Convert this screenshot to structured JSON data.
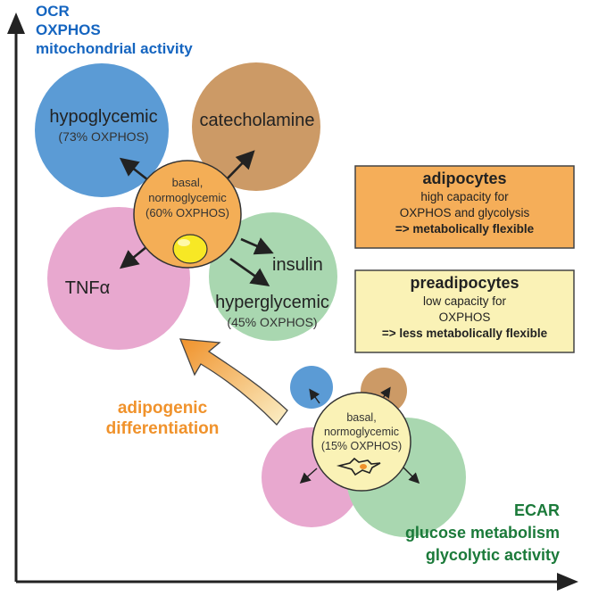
{
  "axes": {
    "y_lines": [
      "OCR",
      "OXPHOS",
      "mitochondrial activity"
    ],
    "x_lines": [
      "ECAR",
      "glucose metabolism",
      "glycolytic activity"
    ]
  },
  "adipocyte_cluster": {
    "hypoglycemic": {
      "label": "hypoglycemic",
      "sub": "(73% OXPHOS)"
    },
    "catecholamine": {
      "label": "catecholamine"
    },
    "tnf": {
      "label": "TNFα"
    },
    "insulin": {
      "label": "insulin"
    },
    "hyperglycemic": {
      "label": "hyperglycemic",
      "sub": "(45% OXPHOS)"
    },
    "basal": {
      "line1": "basal,",
      "line2": "normoglycemic",
      "line3": "(60% OXPHOS)"
    }
  },
  "preadipocyte_cluster": {
    "basal": {
      "line1": "basal,",
      "line2": "normoglycemic",
      "line3": "(15% OXPHOS)"
    }
  },
  "boxes": {
    "adipocytes": {
      "title": "adipocytes",
      "line1": "high capacity for",
      "line2": "OXPHOS and glycolysis",
      "conclusion": "=> metabolically flexible",
      "fill": "#f5ae59"
    },
    "preadipocytes": {
      "title": "preadipocytes",
      "line1": "low capacity for",
      "line2": "OXPHOS",
      "conclusion": "=> less metabolically flexible",
      "fill": "#faf2b6"
    }
  },
  "differentiation": {
    "line1": "adipogenic",
    "line2": "differentiation"
  },
  "colors": {
    "blue_circle": "#5b9bd5",
    "brown_circle": "#cc9a66",
    "pink_circle": "#e8a8cf",
    "green_circle": "#a9d7b0",
    "center_orange": "#f4ae56",
    "center_pale": "#faf2b6",
    "y_axis_text": "#1565c0",
    "x_axis_text": "#1b7a3a",
    "arrow_orange": "#f0922b"
  }
}
